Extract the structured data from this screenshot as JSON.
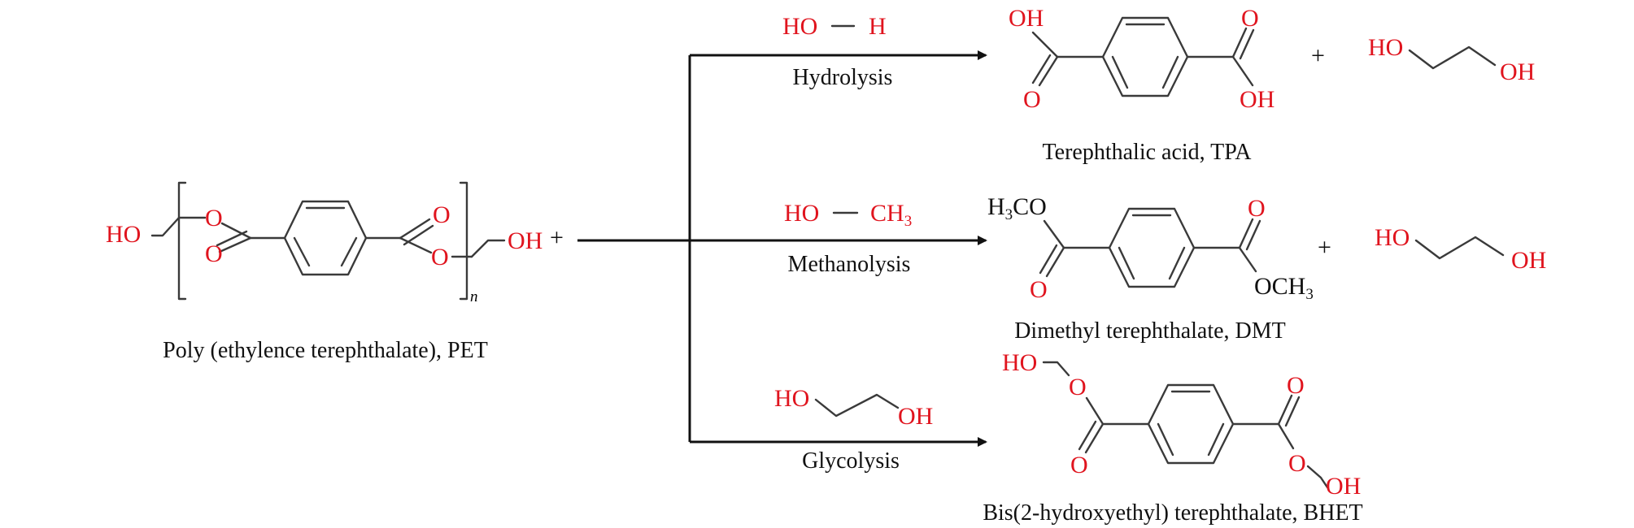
{
  "colors": {
    "atom_red": "#e0141e",
    "text": "#111111",
    "bond": "#3a3a3a"
  },
  "pet": {
    "name": "Poly (ethylence terephthalate), PET",
    "end_left": "HO",
    "end_right": "OH",
    "oxygen": "O",
    "repeat_subscript": "n",
    "plus": "+"
  },
  "routes": [
    {
      "id": "hydrolysis",
      "label": "Hydrolysis",
      "reagent": {
        "left": "HO",
        "dash": "—",
        "right": "H"
      },
      "product": {
        "name": "Terephthalic acid, TPA",
        "oh_top": "OH",
        "o_low": "O",
        "o_top": "O",
        "oh_low": "OH"
      },
      "plus": "+",
      "byproduct": {
        "left": "HO",
        "right": "OH"
      }
    },
    {
      "id": "methanolysis",
      "label": "Methanolysis",
      "reagent": {
        "left": "HO",
        "dash": "—",
        "right": "CH",
        "right_sub": "3"
      },
      "product": {
        "name": "Dimethyl terephthalate, DMT",
        "h3co_h": "H",
        "h3co_sub": "3",
        "h3co_rest": "CO",
        "o_low": "O",
        "o_top": "O",
        "och3": "OCH",
        "och3_sub": "3"
      },
      "plus": "+",
      "byproduct": {
        "left": "HO",
        "right": "OH"
      }
    },
    {
      "id": "glycolysis",
      "label": "Glycolysis",
      "reagent": {
        "left": "HO",
        "right": "OH"
      },
      "product": {
        "name": "Bis(2-hydroxyethyl) terephthalate, BHET",
        "ho_top": "HO",
        "o_ester_left": "O",
        "o_low": "O",
        "o_top": "O",
        "o_ester_right": "O",
        "oh_low": "OH"
      }
    }
  ]
}
